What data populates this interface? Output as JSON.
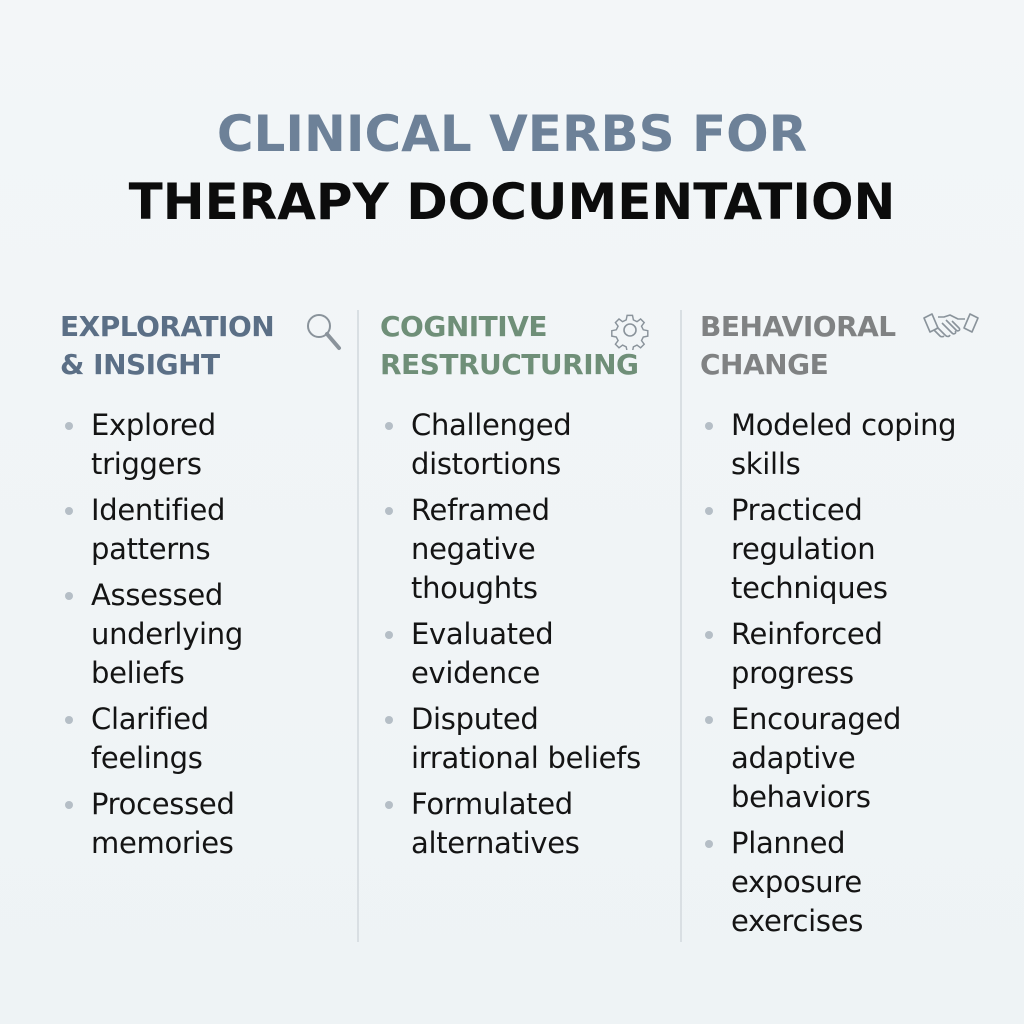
{
  "title": {
    "line1": "CLINICAL VERBS FOR",
    "line2": "THERAPY DOCUMENTATION"
  },
  "colors": {
    "exploration": "#5b6f86",
    "cognitive": "#6f8f78",
    "behavioral": "#808283"
  },
  "columns": [
    {
      "heading_line1": "EXPLORATION",
      "heading_line2": "& INSIGHT",
      "icon": "magnifier-icon",
      "items": [
        "Explored triggers",
        "Identified patterns",
        "Assessed underlying beliefs",
        "Clarified feelings",
        "Processed memories"
      ]
    },
    {
      "heading_line1": "COGNITIVE",
      "heading_line2": "RESTRUCTURING",
      "icon": "gear-icon",
      "items": [
        "Challenged distortions",
        "Reframed negative thoughts",
        "Evaluated evidence",
        "Disputed irrational beliefs",
        "Formulated alternatives"
      ]
    },
    {
      "heading_line1": "BEHAVIORAL",
      "heading_line2": "CHANGE",
      "icon": "handshake-icon",
      "items": [
        "Modeled coping skills",
        "Practiced regulation techniques",
        "Reinforced progress",
        "Encouraged adaptive behaviors",
        "Planned exposure exercises"
      ]
    }
  ]
}
